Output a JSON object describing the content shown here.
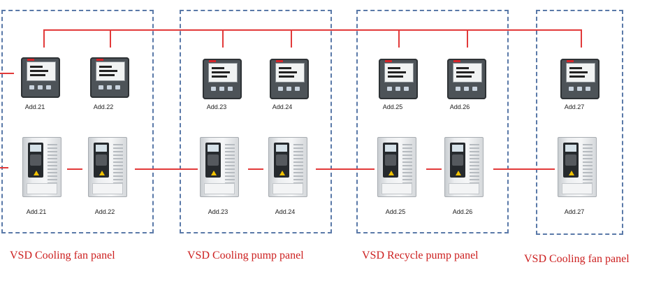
{
  "colors": {
    "wire": "#e23a3a",
    "panel_border": "#5a79a8",
    "caption": "#cc1f1f"
  },
  "panels": [
    {
      "caption": "VSD Cooling fan panel",
      "units": [
        {
          "meter_label": "Add.21",
          "vsd_label": "Add.21"
        },
        {
          "meter_label": "Add.22",
          "vsd_label": "Add.22"
        }
      ]
    },
    {
      "caption": "VSD Cooling pump panel",
      "units": [
        {
          "meter_label": "Add.23",
          "vsd_label": "Add.23"
        },
        {
          "meter_label": "Add.24",
          "vsd_label": "Add.24"
        }
      ]
    },
    {
      "caption": "VSD Recycle pump panel",
      "units": [
        {
          "meter_label": "Add.25",
          "vsd_label": "Add.25"
        },
        {
          "meter_label": "Add.26",
          "vsd_label": "Add.26"
        }
      ]
    },
    {
      "caption": "VSD Cooling fan panel",
      "units": [
        {
          "meter_label": "Add.27",
          "vsd_label": "Add.27"
        }
      ]
    }
  ],
  "icons": {
    "meter": "power-meter-icon",
    "vsd": "vsd-drive-icon"
  }
}
